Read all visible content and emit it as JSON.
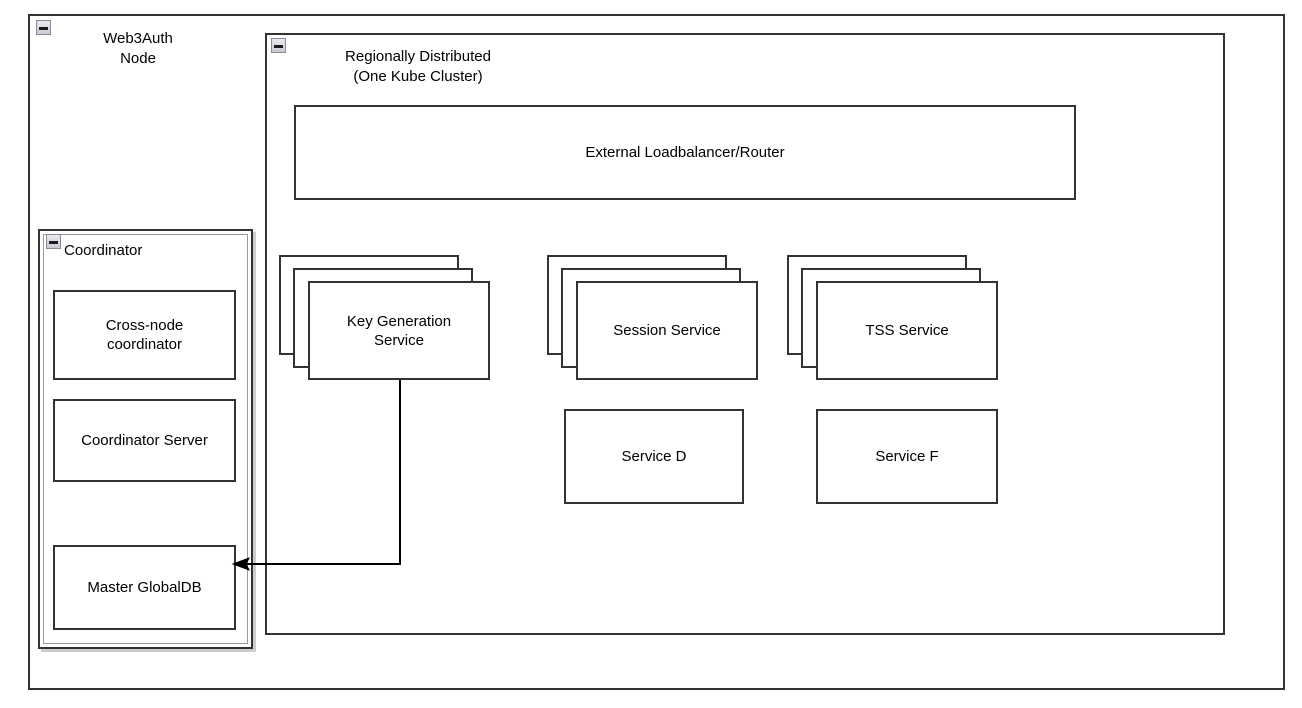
{
  "diagram": {
    "type": "architecture-diagram",
    "background": "#ffffff",
    "stroke_color": "#333333",
    "outer_node": {
      "title": "Web3Auth\nNode",
      "collapse_icon": "collapse-minus-icon"
    },
    "region": {
      "title": "Regionally Distributed\n(One Kube Cluster)",
      "collapse_icon": "collapse-minus-icon"
    },
    "coordinator": {
      "title": "Coordinator",
      "collapse_icon": "collapse-minus-icon",
      "children": [
        {
          "label": "Cross-node\ncoordinator"
        },
        {
          "label": "Coordinator Server"
        },
        {
          "label": "Master GlobalDB"
        }
      ]
    },
    "loadbalancer": {
      "label": "External Loadbalancer/Router"
    },
    "stacked_services": [
      {
        "label": "Key Generation\nService",
        "copies": 3
      },
      {
        "label": "Session Service",
        "copies": 3
      },
      {
        "label": "TSS Service",
        "copies": 3
      }
    ],
    "plain_services": [
      {
        "label": "Service D"
      },
      {
        "label": "Service F"
      }
    ],
    "connectors": [
      {
        "name": "keygen-to-master-globaldb",
        "from": "Key Generation Service",
        "to": "Master GlobalDB",
        "arrowhead": "end"
      }
    ]
  }
}
